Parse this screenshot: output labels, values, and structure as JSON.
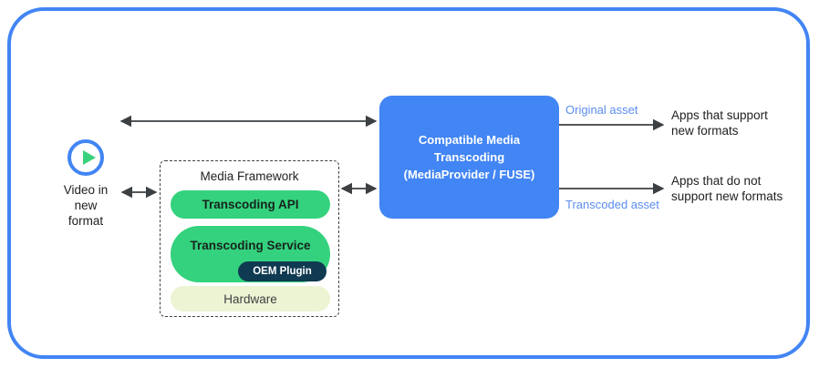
{
  "diagram": {
    "title_colors": {
      "frame_blue": "#4285F4",
      "box_blue": "#4285F4",
      "green_pill": "#34D27E",
      "hardware_pill": "#ECF4D3",
      "oem_badge": "#0F3A51",
      "asset_label_blue": "#5B8DEF",
      "arrow_gray": "#3c4043"
    },
    "video_source": {
      "icon": "play-circle-icon",
      "caption_line1": "Video in",
      "caption_line2": "new",
      "caption_line3": "format"
    },
    "media_framework": {
      "title": "Media Framework",
      "layers": [
        {
          "label": "Transcoding API"
        },
        {
          "label": "Transcoding Service"
        },
        {
          "label": "Hardware"
        }
      ],
      "badge": "OEM Plugin"
    },
    "center_box": {
      "line1": "Compatible Media",
      "line2": "Transcoding",
      "line3": "(MediaProvider / FUSE)"
    },
    "outputs": [
      {
        "asset_label": "Original asset",
        "consumer_line1": "Apps that support",
        "consumer_line2": "new formats"
      },
      {
        "asset_label": "Transcoded asset",
        "consumer_line1": "Apps that do not",
        "consumer_line2": "support new formats"
      }
    ]
  }
}
